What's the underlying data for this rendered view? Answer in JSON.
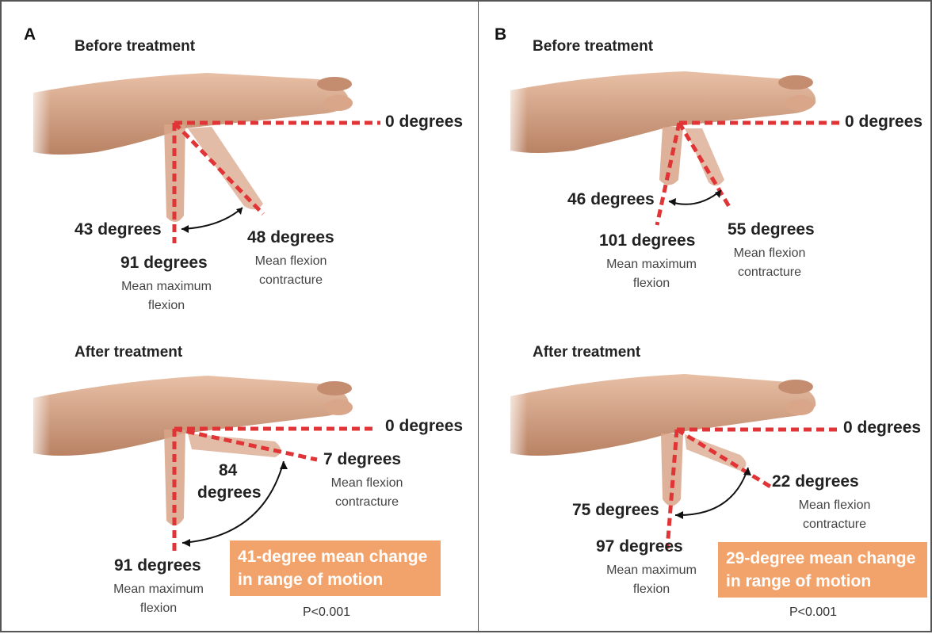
{
  "colors": {
    "reference_line": "#e03436",
    "summary_box": "#f2a36b",
    "skin": "#d49b7c",
    "frame": "#555555"
  },
  "panels": {
    "a": {
      "letter": "A",
      "before": {
        "heading": "Before treatment",
        "reference": "0 degrees",
        "range": "43 degrees",
        "flexion": "91 degrees",
        "flexion_label_1": "Mean maximum",
        "flexion_label_2": "flexion",
        "contracture": "48 degrees",
        "contracture_label_1": "Mean flexion",
        "contracture_label_2": "contracture"
      },
      "after": {
        "heading": "After treatment",
        "reference": "0 degrees",
        "range_1": "84",
        "range_2": "degrees",
        "flexion": "91 degrees",
        "flexion_label_1": "Mean maximum",
        "flexion_label_2": "flexion",
        "contracture": "7 degrees",
        "contracture_label_1": "Mean flexion",
        "contracture_label_2": "contracture",
        "summary_1": "41-degree mean change",
        "summary_2": "in range of motion",
        "p_value": "P<0.001"
      }
    },
    "b": {
      "letter": "B",
      "before": {
        "heading": "Before treatment",
        "reference": "0 degrees",
        "range": "46 degrees",
        "flexion": "101 degrees",
        "flexion_label_1": "Mean maximum",
        "flexion_label_2": "flexion",
        "contracture": "55 degrees",
        "contracture_label_1": "Mean flexion",
        "contracture_label_2": "contracture"
      },
      "after": {
        "heading": "After treatment",
        "reference": "0 degrees",
        "range": "75 degrees",
        "flexion": "97 degrees",
        "flexion_label_1": "Mean maximum",
        "flexion_label_2": "flexion",
        "contracture": "22 degrees",
        "contracture_label_1": "Mean flexion",
        "contracture_label_2": "contracture",
        "summary_1": "29-degree mean change",
        "summary_2": "in range of motion",
        "p_value": "P<0.001"
      }
    }
  }
}
